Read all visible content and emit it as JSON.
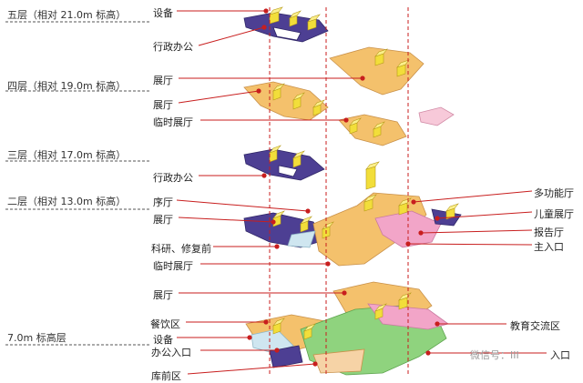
{
  "levels": [
    {
      "name": "五层（相对 21.0m 标高）"
    },
    {
      "name": "四层（相对 19.0m 标高）"
    },
    {
      "name": "三层（相对 17.0m 标高）"
    },
    {
      "name": "二层（相对 13.0m 标高）"
    },
    {
      "name": "7.0m 标高层"
    }
  ],
  "labels_left": [
    {
      "text": "设备"
    },
    {
      "text": "行政办公"
    },
    {
      "text": "展厅"
    },
    {
      "text": "展厅"
    },
    {
      "text": "临时展厅"
    },
    {
      "text": "行政办公"
    },
    {
      "text": "序厅"
    },
    {
      "text": "展厅"
    },
    {
      "text": "科研、修复前"
    },
    {
      "text": "临时展厅"
    },
    {
      "text": "展厅"
    },
    {
      "text": "餐饮区"
    },
    {
      "text": "设备"
    },
    {
      "text": "办公入口"
    },
    {
      "text": "库前区"
    }
  ],
  "labels_right": [
    {
      "text": "多功能厅"
    },
    {
      "text": "儿童展厅"
    },
    {
      "text": "报告厅"
    },
    {
      "text": "主入口"
    },
    {
      "text": "教育交流区"
    },
    {
      "text": "入口"
    }
  ],
  "watermark": "微信号：III",
  "colors": {
    "exhibition": "#f4c16c",
    "exhibition_edge": "#c9914a",
    "admin": "#4d3f93",
    "admin_edge": "#2e2566",
    "public": "#f2a5c8",
    "education": "#8fd37e",
    "service": "#cfe6f0",
    "core": "#f2de3a",
    "leader": "#c81e1e",
    "level_rule": "#555555"
  }
}
